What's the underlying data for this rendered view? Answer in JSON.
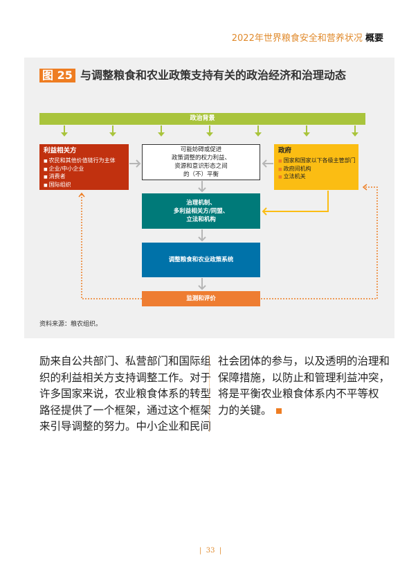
{
  "header": {
    "report_title": "2022年世界粮食安全和营养状况",
    "section": "概要"
  },
  "figure": {
    "badge_label": "图",
    "number": "25",
    "title": "与调整粮食和农业政策支持有关的政治经济和治理动态",
    "political_context": "政治背景",
    "stakeholders": {
      "title": "利益相关方",
      "items": [
        "农民和其他价值链行为主体",
        "企业/中小企业",
        "消费者",
        "国际组织"
      ]
    },
    "power_box": [
      "可能妨碍或促进",
      "政策调整的权力利益、",
      "资源和意识形态之间",
      "的（不）平衡"
    ],
    "government": {
      "title": "政府",
      "items": [
        "国家和国家以下各级主管部门",
        "政府间机构",
        "立法机关"
      ]
    },
    "governance_box": [
      "治理机制、",
      "多利益相关方/同盟、",
      "立法和机构"
    ],
    "system_box": "调整粮食和农业政策系统",
    "monitoring_box": "监测和评价",
    "source": "资料来源：粮农组织。"
  },
  "body": {
    "left_lines": [
      "励来自公共部门、私营部门和国际组",
      "织的利益相关方支持调整工作。对于",
      "许多国家来说，农业粮食体系的转型",
      "路径提供了一个框架，通过这个框架",
      "来引导调整的努力。中小企业和民间"
    ],
    "right_lines": [
      "社会团体的参与，以及透明的治理和",
      "保障措施，以防止和管理利益冲突，",
      "将是平衡农业粮食体系内不平等权",
      "力的关键。"
    ]
  },
  "page_number": "33",
  "colors": {
    "accent": "#ee7d22",
    "green": "#a9c43c",
    "red": "#c1310f",
    "yellow": "#fbbd13",
    "teal": "#007a79",
    "blue": "#0072a9"
  }
}
